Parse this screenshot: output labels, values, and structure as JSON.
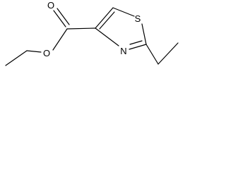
{
  "diagram": {
    "atoms": {
      "ring_sulfur": "S",
      "ring_nitrogen": "N",
      "carbonyl_oxygen": "O",
      "ester_oxygen": "O"
    }
  }
}
